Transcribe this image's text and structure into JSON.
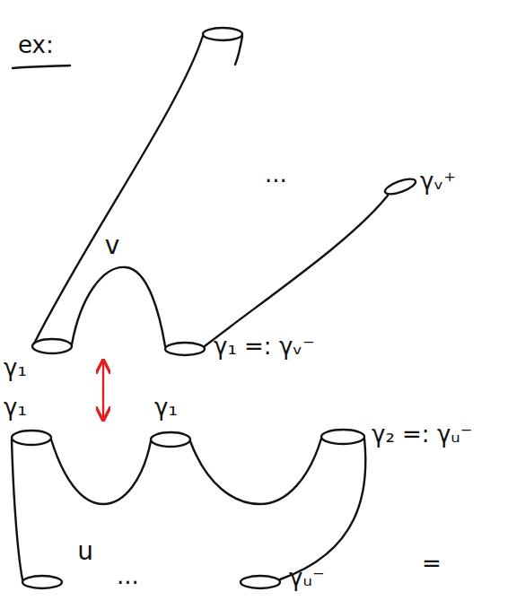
{
  "diagram": {
    "nodes": [
      {
        "text": [
          "v"
        ]
      },
      {
        "text": [
          "u"
        ]
      }
    ],
    "edges": [
      {
        "from": 0,
        "to": 1,
        "arrow": "both"
      }
    ],
    "labels": [
      "ex:",
      "γᵥ⁺",
      "...",
      "γ₁",
      "γ₁ =: γᵥ⁻",
      "γ₁",
      "γ₁",
      "γ₂ =: γᵤ⁻",
      "...",
      "γᵤ⁻",
      "="
    ]
  }
}
